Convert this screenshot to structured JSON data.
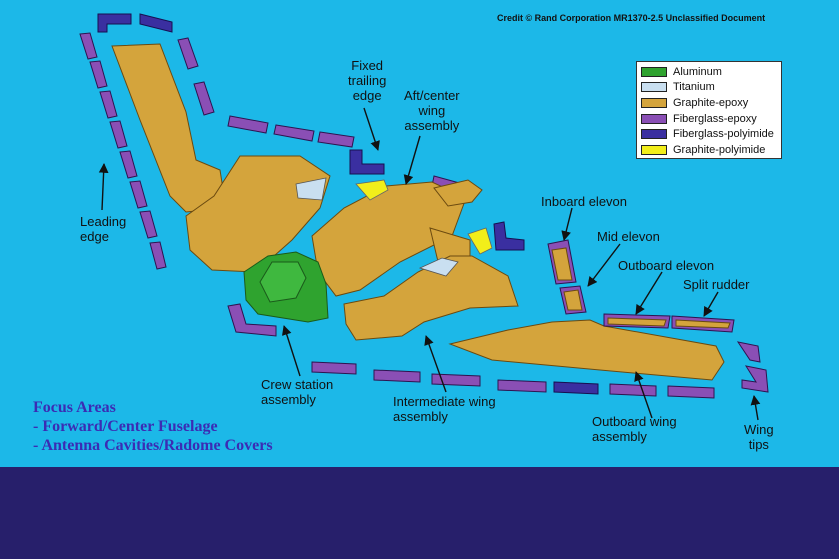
{
  "credit": "Credit © Rand Corporation MR1370-2.5 Unclassified Document",
  "legend": [
    {
      "label": "Aluminum",
      "color": "#2fa32f"
    },
    {
      "label": "Titanium",
      "color": "#c9dff0"
    },
    {
      "label": "Graphite-epoxy",
      "color": "#d4a43c"
    },
    {
      "label": "Fiberglass-epoxy",
      "color": "#8a4fb5"
    },
    {
      "label": "Fiberglass-polyimide",
      "color": "#3a2fa0"
    },
    {
      "label": "Graphite-polyimide",
      "color": "#f2ee1a"
    }
  ],
  "labels": {
    "fixed_trailing_edge": [
      "Fixed",
      "trailing",
      "edge"
    ],
    "aft_center_wing": [
      "Aft/center",
      "wing",
      "assembly"
    ],
    "leading_edge": [
      "Leading",
      "edge"
    ],
    "inboard_elevon": "Inboard elevon",
    "mid_elevon": "Mid elevon",
    "outboard_elevon": "Outboard elevon",
    "split_rudder": "Split rudder",
    "crew_station": [
      "Crew station",
      "assembly"
    ],
    "intermediate_wing": [
      "Intermediate wing",
      "assembly"
    ],
    "outboard_wing": [
      "Outboard wing",
      "assembly"
    ],
    "wing_tips": [
      "Wing",
      "tips"
    ]
  },
  "focus": {
    "title": "Focus Areas",
    "items": [
      " - Forward/Center Fuselage",
      " - Antenna Cavities/Radome Covers"
    ]
  }
}
